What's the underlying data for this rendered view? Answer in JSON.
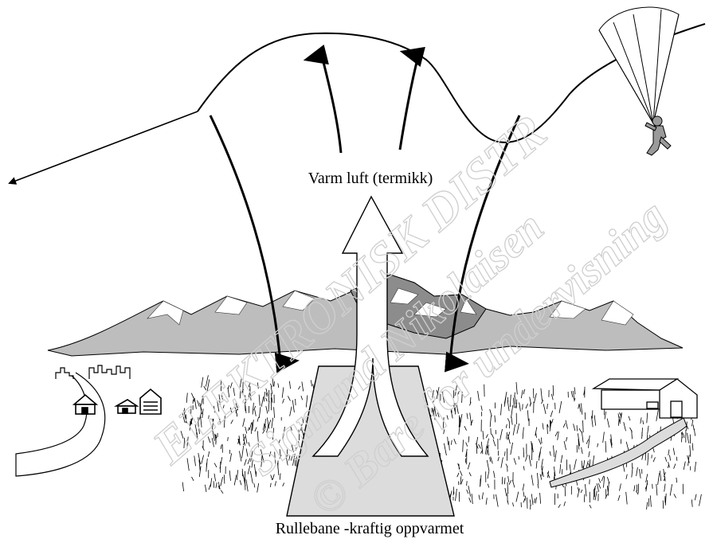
{
  "labels": {
    "warm_air": "Varm luft (termikk)",
    "runway": "Rullebane -kraftig oppvarmet"
  },
  "watermark": {
    "line1": "ELEKTRONISK DISTR",
    "line2": "Sigmund Nikolaisen",
    "line3": "© Bare for undervisning"
  },
  "colors": {
    "mountain_light": "#bdbdbd",
    "mountain_dark": "#8c8c8c",
    "snow": "#ffffff",
    "runway": "#dcdcdc",
    "line": "#000000",
    "watermark": "#cfcfcf"
  },
  "icons": {
    "paraglider": "paraglider-icon",
    "house": "house-icon",
    "barn": "barn-icon",
    "city": "city-skyline-icon"
  }
}
